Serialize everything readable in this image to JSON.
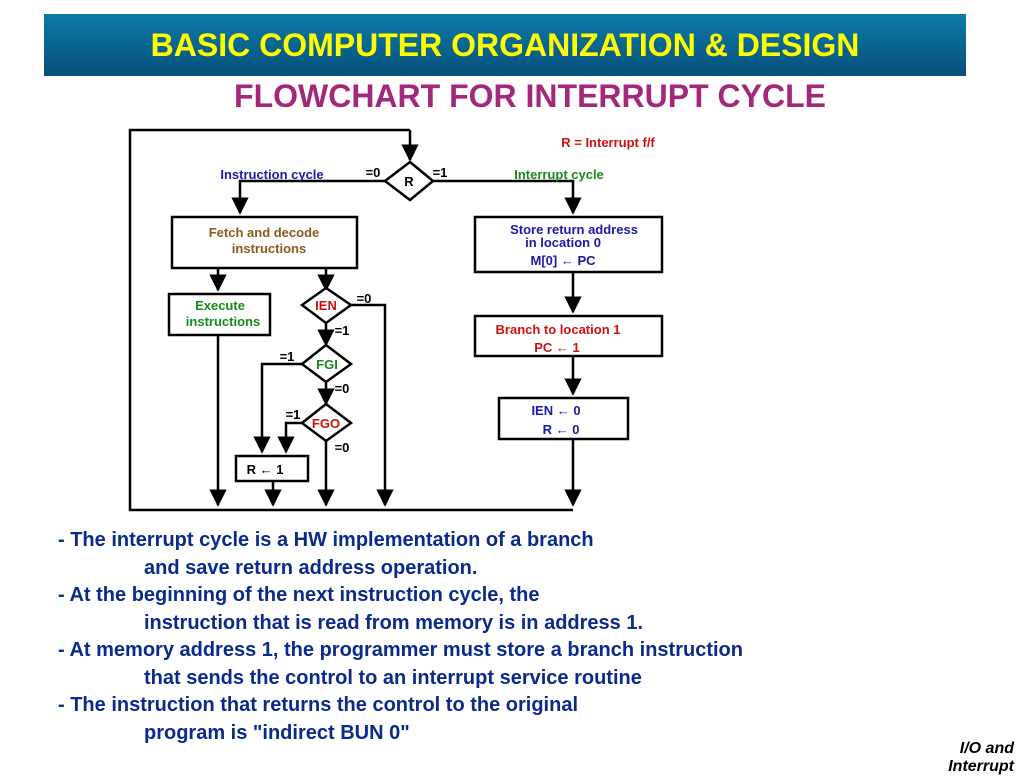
{
  "header": {
    "banner_title": "BASIC  COMPUTER ORGANIZATION & DESIGN",
    "subtitle": "FLOWCHART  FOR  INTERRUPT  CYCLE"
  },
  "flowchart": {
    "note": "R = Interrupt f/f",
    "instruction_cycle": "Instruction cycle",
    "interrupt_cycle": "Interrupt cycle",
    "r_decision": "R",
    "r_eq0": "=0",
    "r_eq1": "=1",
    "fetch_line1": "Fetch and decode",
    "fetch_line2": "instructions",
    "execute_line1": "Execute",
    "execute_line2": "instructions",
    "ien_decision": "IEN",
    "ien_eq0": "=0",
    "ien_eq1": "=1",
    "fgi_decision": "FGI",
    "fgi_eq1": "=1",
    "fgi_eq0": "=0",
    "fgo_decision": "FGO",
    "fgo_eq1": "=1",
    "fgo_eq0": "=0",
    "r_set": "R ← 1",
    "store_line1": "Store return address",
    "store_line2": "in location 0",
    "store_line3": "M[0] ← PC",
    "branch_line1": "Branch to location 1",
    "branch_line2": "PC ← 1",
    "clear_line1": "IEN ← 0",
    "clear_line2": "R ← 0"
  },
  "colors": {
    "blue": "#1a1aa6",
    "green": "#1a8a1a",
    "brown": "#8b5a1a",
    "red": "#d01010",
    "title_yellow": "#ffff00",
    "subtitle_magenta": "#a3287a",
    "banner_teal": "#0b6f9c"
  },
  "bullets": [
    "- The interrupt cycle is a HW implementation of a branch",
    "and save return address operation.",
    "- At the beginning of the next instruction cycle, the",
    "instruction that is read from memory is in address 1.",
    "- At memory address 1, the programmer must store a branch instruction",
    "that sends the control to an interrupt service routine",
    "- The instruction that returns the control to the original",
    "program is  \"indirect BUN   0\""
  ],
  "footer": {
    "line1": "I/O and",
    "line2": "Interrupt"
  }
}
